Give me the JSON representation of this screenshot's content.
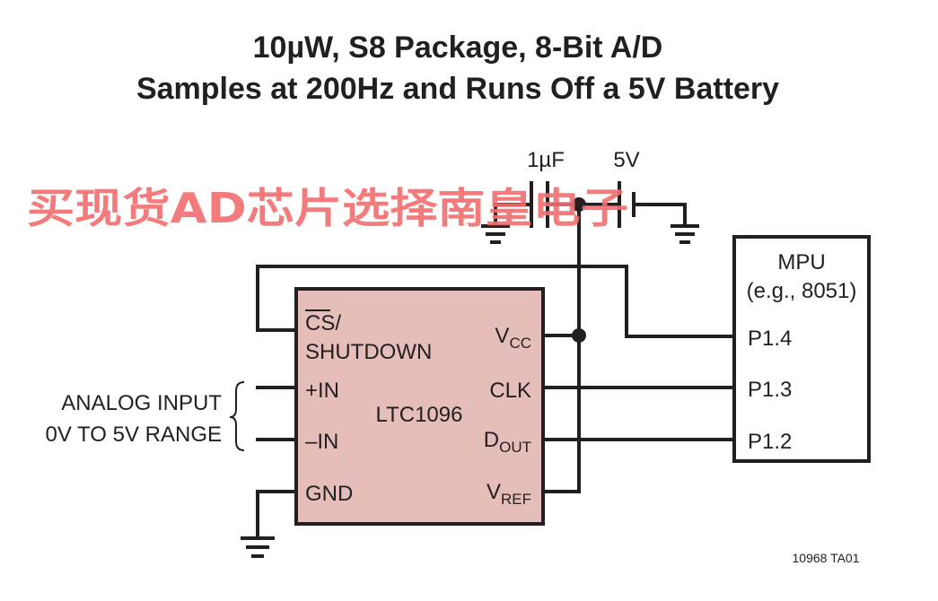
{
  "title": {
    "line1": "10µW, S8 Package, 8-Bit A/D",
    "line2": "Samples at 200Hz and Runs Off a 5V Battery"
  },
  "watermark": "买现货AD芯片选择南皇电子",
  "colors": {
    "chip_fill": "#e5bdb9",
    "wire": "#231f20",
    "watermark": "#f26d6d"
  },
  "capacitor": {
    "label": "1µF"
  },
  "battery": {
    "label": "5V"
  },
  "chip": {
    "name": "LTC1096",
    "pins_left": {
      "cs_bar": "CS",
      "cs_slash": "/",
      "shutdown": "SHUTDOWN",
      "in_plus": "+IN",
      "in_minus": "–IN",
      "gnd": "GND"
    },
    "pins_right": {
      "vcc_main": "V",
      "vcc_sub": "CC",
      "clk": "CLK",
      "dout_main": "D",
      "dout_sub": "OUT",
      "vref_main": "V",
      "vref_sub": "REF"
    }
  },
  "mpu": {
    "title": "MPU",
    "subtitle": "(e.g., 8051)",
    "pins": [
      "P1.4",
      "P1.3",
      "P1.2"
    ]
  },
  "analog_input": {
    "line1": "ANALOG INPUT",
    "line2": "0V TO 5V RANGE"
  },
  "figure_id": "10968 TA01"
}
